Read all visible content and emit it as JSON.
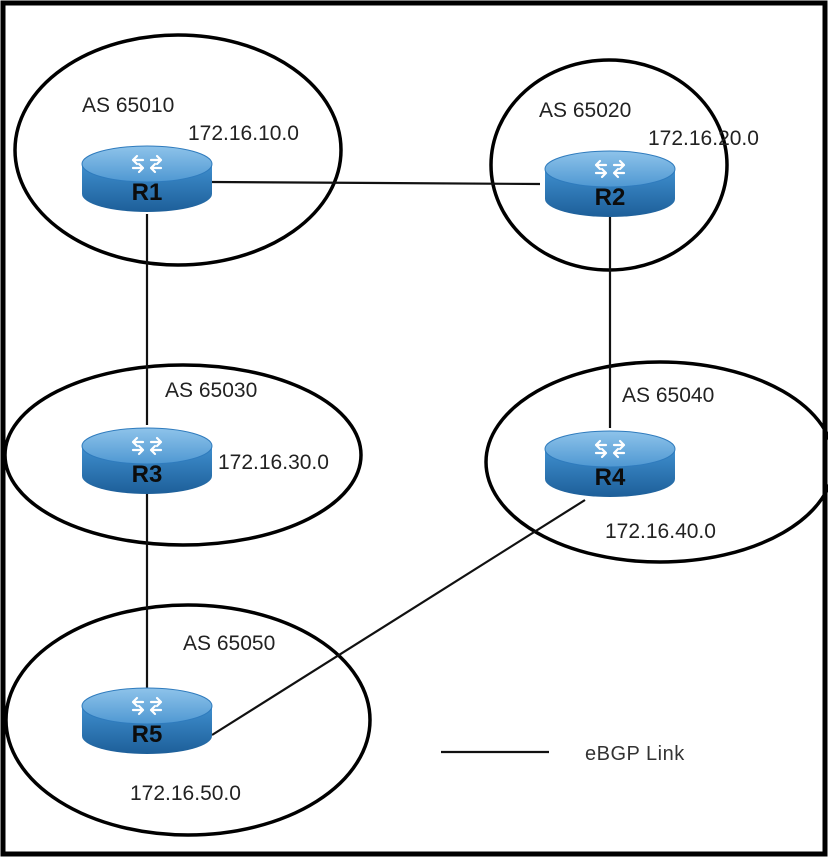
{
  "routers": [
    {
      "id": "R1",
      "label": "R1",
      "as": "AS 65010",
      "network": "172.16.10.0"
    },
    {
      "id": "R2",
      "label": "R2",
      "as": "AS 65020",
      "network": "172.16.20.0"
    },
    {
      "id": "R3",
      "label": "R3",
      "as": "AS 65030",
      "network": "172.16.30.0"
    },
    {
      "id": "R4",
      "label": "R4",
      "as": "AS 65040",
      "network": "172.16.40.0"
    },
    {
      "id": "R5",
      "label": "R5",
      "as": "AS 65050",
      "network": "172.16.50.0"
    }
  ],
  "links": [
    {
      "from": "R1",
      "to": "R2"
    },
    {
      "from": "R1",
      "to": "R3"
    },
    {
      "from": "R2",
      "to": "R4"
    },
    {
      "from": "R3",
      "to": "R5"
    },
    {
      "from": "R4",
      "to": "R5"
    }
  ],
  "legend": {
    "label": "eBGP Link"
  },
  "colors": {
    "router_top": "#5fa3d6",
    "router_side": "#2a78b8",
    "router_dark": "#1c5d96",
    "line": "#111111"
  }
}
